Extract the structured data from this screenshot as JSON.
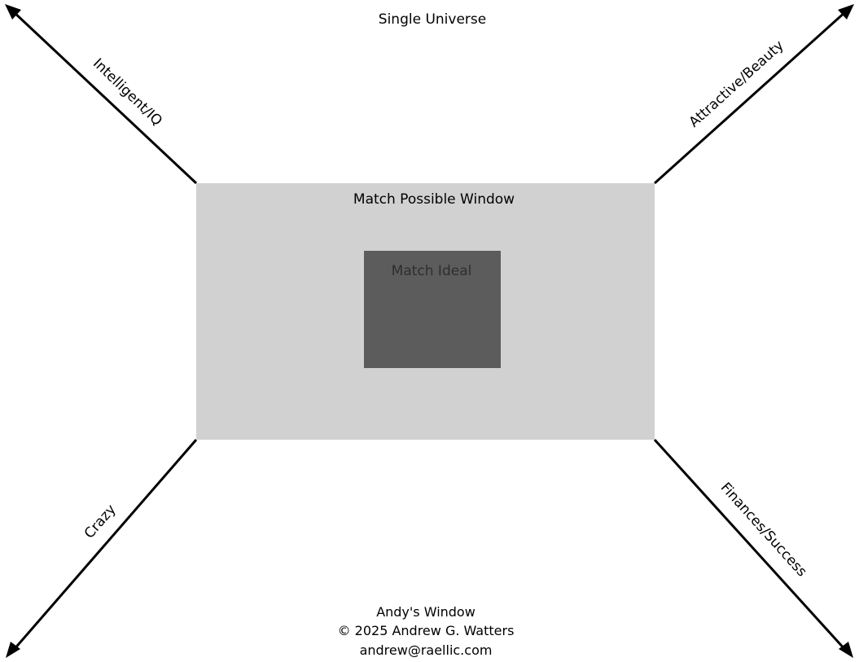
{
  "title": "Single Universe",
  "axes": {
    "top_left": "Intelligent/IQ",
    "top_right": "Attractive/Beauty",
    "bottom_left": "Crazy",
    "bottom_right": "Finances/Success"
  },
  "outer_box": {
    "label": "Match Possible Window",
    "color": "#d1d1d1"
  },
  "inner_box": {
    "label": "Match Ideal",
    "color": "#5c5c5c"
  },
  "footer": {
    "line1": "Andy's Window",
    "line2": "© 2025 Andrew G. Watters",
    "line3": "andrew@raellic.com"
  }
}
